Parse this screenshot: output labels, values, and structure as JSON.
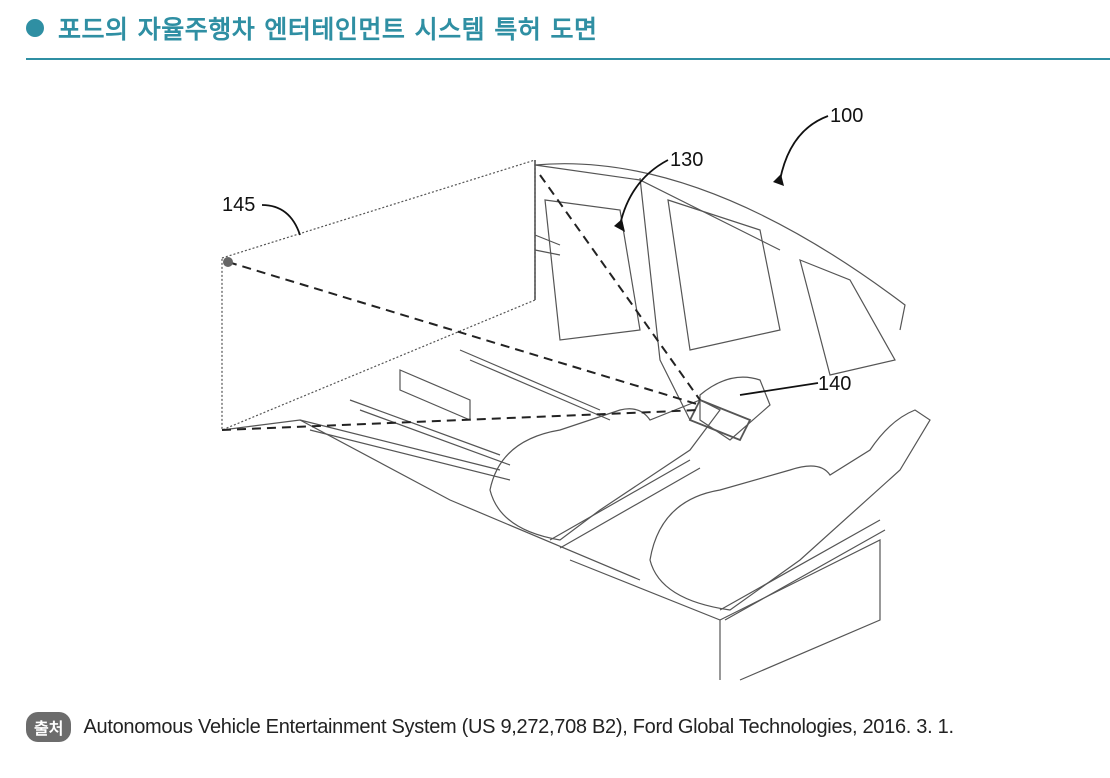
{
  "title": "포드의 자율주행차 엔터테인먼트 시스템 특허 도면",
  "figure": {
    "labels": {
      "vehicle": "100",
      "display": "130",
      "screen": "145",
      "projector": "140"
    }
  },
  "source": {
    "badge": "출처",
    "text": "Autonomous Vehicle Entertainment System (US 9,272,708 B2), Ford Global Technologies, 2016. 3. 1."
  },
  "colors": {
    "accent": "#2f8fa3",
    "badge": "#6c6c6c"
  }
}
